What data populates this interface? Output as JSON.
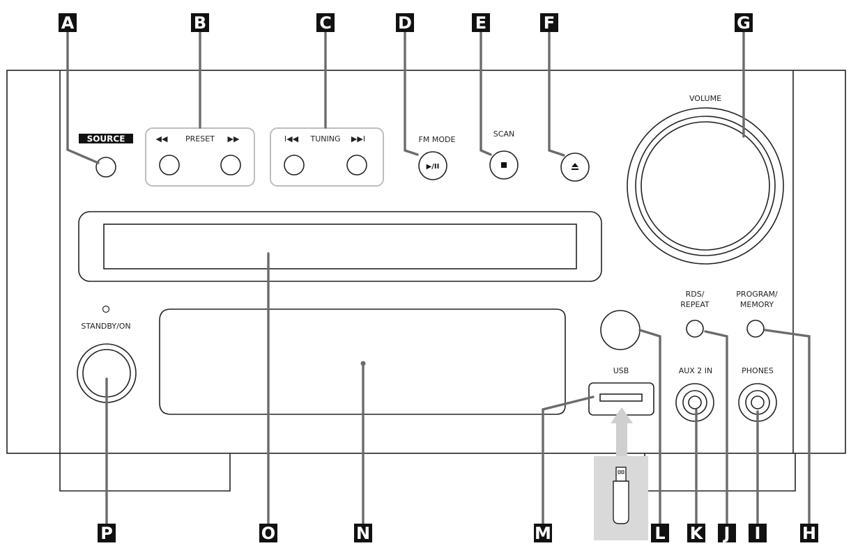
{
  "panel": {
    "source_label": "SOURCE",
    "preset_label": "PRESET",
    "preset_prev_glyph": "◀◀",
    "preset_next_glyph": "▶▶",
    "tuning_label": "TUNING",
    "tuning_prev_glyph": "I◀◀",
    "tuning_next_glyph": "▶▶I",
    "fm_mode_label": "FM MODE",
    "play_pause_glyph": "▶/II",
    "scan_label": "SCAN",
    "volume_label": "VOLUME",
    "standby_label": "STANDBY/ON",
    "usb_label": "USB",
    "rds_label_line1": "RDS/",
    "rds_label_line2": "REPEAT",
    "program_label_line1": "PROGRAM/",
    "program_label_line2": "MEMORY",
    "aux_label": "AUX 2 IN",
    "phones_label": "PHONES"
  },
  "callouts": {
    "A": "A",
    "B": "B",
    "C": "C",
    "D": "D",
    "E": "E",
    "F": "F",
    "G": "G",
    "H": "H",
    "I": "I",
    "J": "J",
    "K": "K",
    "L": "L",
    "M": "M",
    "N": "N",
    "O": "O",
    "P": "P"
  },
  "colors": {
    "callout_fill": "#111111",
    "leader_line": "#6b6b6b",
    "usb_arrow": "#cfcfcf",
    "usb_stick_panel": "#d9d9d9"
  }
}
